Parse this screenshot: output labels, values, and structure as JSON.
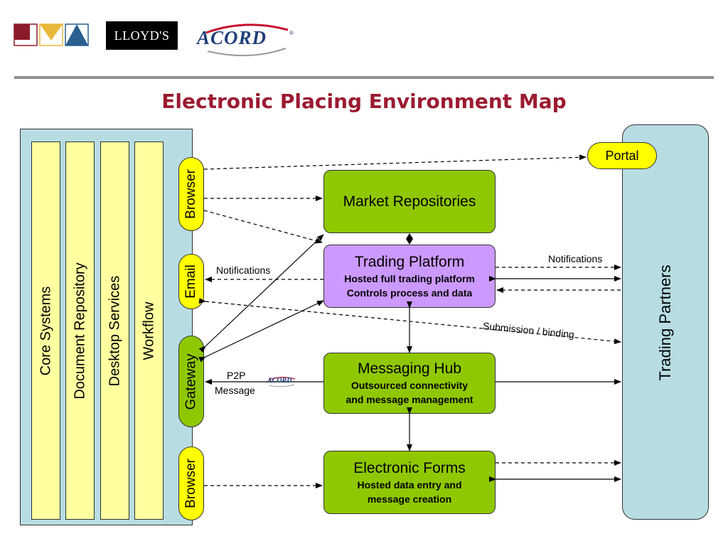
{
  "logos": {
    "lloyds_text": "LLOYD'S",
    "acord_text": "ACORD",
    "acord_mark": "®",
    "acord_small": "ACORD"
  },
  "title": "Electronic Placing Environment Map",
  "left_panel": {
    "columns": [
      "Core Systems",
      "Document Repository",
      "Desktop Services",
      "Workflow"
    ],
    "connectors": {
      "browser_top": "Browser",
      "email": "Email",
      "gateway": "Gateway",
      "browser_bottom": "Browser"
    }
  },
  "center": {
    "market": {
      "title": "Market Repositories"
    },
    "trading": {
      "title": "Trading Platform",
      "line1": "Hosted full trading platform",
      "line2": "Controls process and data"
    },
    "messaging": {
      "title": "Messaging Hub",
      "line1": "Outsourced connectivity",
      "line2": "and message management"
    },
    "forms": {
      "title": "Electronic Forms",
      "line1": "Hosted data entry and",
      "line2": "message creation"
    }
  },
  "right_panel": {
    "label": "Trading Partners",
    "portal": "Portal"
  },
  "labels": {
    "notifications_left": "Notifications",
    "notifications_right": "Notifications",
    "submission": "Submission / binding",
    "p2p_line1": "P2P",
    "p2p_line2": "Message"
  },
  "colors": {
    "title": "#9b1b30",
    "panel_fill": "#b7dde3",
    "column_fill": "#ffffa0",
    "node_green": "#8fc800",
    "trading_purple": "#cc99ff",
    "portal_yellow": "#ffff00",
    "divider": "#909090",
    "logo_red": "#8b1a2b",
    "logo_gold": "#e8b83a",
    "logo_blue": "#2a5f8f"
  }
}
